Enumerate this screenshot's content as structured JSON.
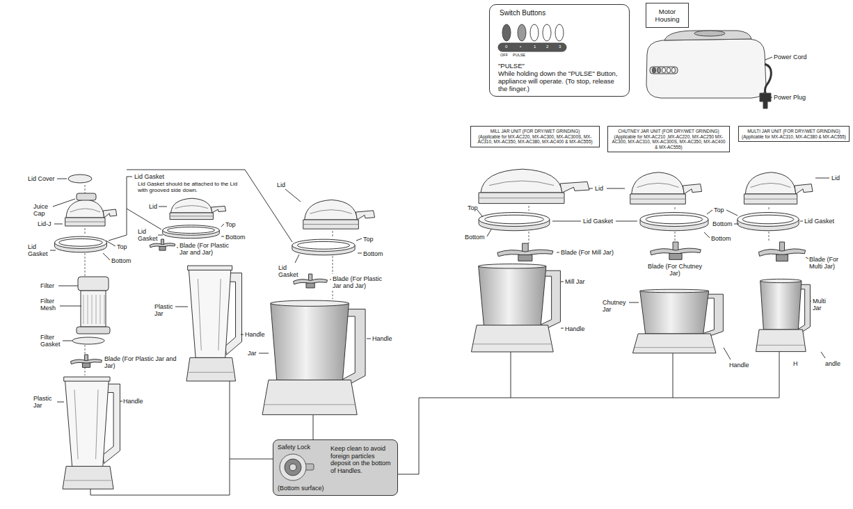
{
  "diagram": {
    "nodes": [
      {
        "text": [
          "Switch Buttons",
          "\"PULSE\"",
          "While holding down the \"PULSE\" Button, appliance will operate. (To stop, release the finger.)"
        ]
      },
      {
        "text": [
          "Motor Housing"
        ]
      },
      {
        "text": [
          "MILL JAR UNIT (FOR DRY/WET GRINDING)",
          "(Applicable for MX-AC220, MX-AC300, MX-AC300S, MX-AC310, MX-AC350, MX-AC380, MX-AC400 & MX-AC555)"
        ]
      },
      {
        "text": [
          "CHUTNEY JAR UNIT (FOR DRY/WET GRINDING)",
          "(Applicable for MX-AC210 ,MX-AC220, MX-AC250 MX-AC300, MX-AC310, MX-AC300S, MX-AC350, MX-AC400 & MX-AC555)"
        ]
      },
      {
        "text": [
          "MULTI JAR UNIT (FOR DRY/WET GRINDING)",
          "(Applicable for MX-AC310, MX-AC380 & MX-AC555)"
        ]
      },
      {
        "text": [
          "Safety Lock",
          "Keep clean to avoid foreign particles deposit on the bottom of Handles.",
          "(Bottom surface)"
        ]
      }
    ],
    "labels": [
      "Lid Cover",
      "Juice Cap",
      "Lid-J",
      "Lid Gasket",
      "Top",
      "Bottom",
      "Filter",
      "Filter Mesh",
      "Filter Gasket",
      "Blade (For Plastic Jar and Jar)",
      "Plastic Jar",
      "Handle",
      "Lid Gasket",
      "Lid Gasket should be attached to the Lid with grooved side down.",
      "Lid",
      "Lid Gasket",
      "Top",
      "Bottom",
      "Blade (For Plastic Jar and Jar)",
      "Plastic Jar",
      "Handle",
      "Lid",
      "Top",
      "Bottom",
      "Lid Gasket",
      "Blade (For Plastic Jar and Jar)",
      "Jar",
      "Handle",
      "0",
      "•",
      "1",
      "2",
      "3",
      "OFF",
      "PULSE",
      "Power Cord",
      "Power Plug",
      "Lid",
      "Lid",
      "Top",
      "Bottom",
      "Lid Gasket",
      "Top",
      "Bottom",
      "Bottom",
      "Lid Gasket",
      "Blade (For Mill Jar)",
      "Blade (For Chutney Jar)",
      "Blade (For Multi Jar)",
      "Mill Jar",
      "Handle",
      "Chutney Jar",
      "Handle",
      "Multi Jar",
      "H",
      "andle"
    ]
  }
}
